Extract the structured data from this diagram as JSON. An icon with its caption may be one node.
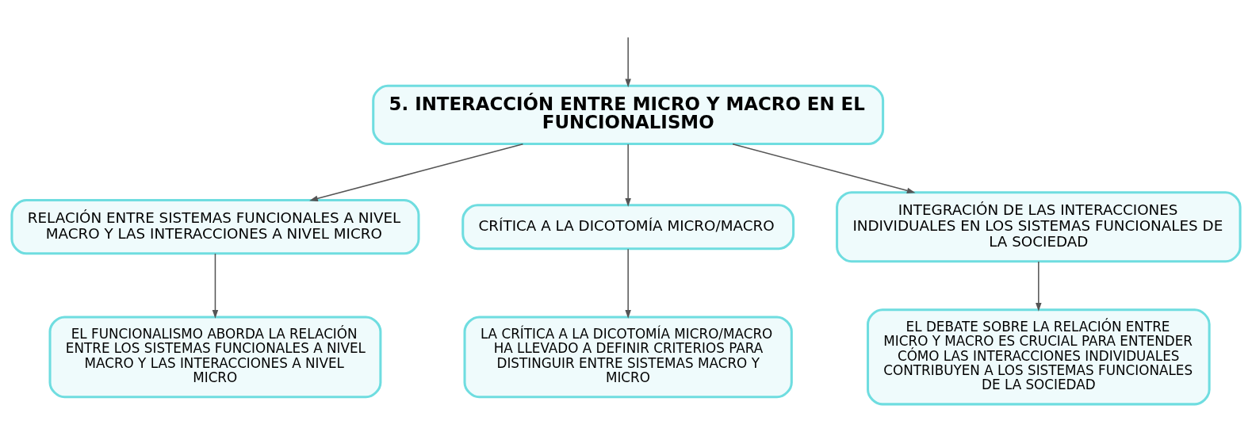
{
  "diagram": {
    "nodes": [
      {
        "text": [
          "5. INTERACCIÓN ENTRE MICRO Y MACRO EN EL FUNCIONALISMO"
        ]
      },
      {
        "text": [
          "RELACIÓN ENTRE SISTEMAS FUNCIONALES A NIVEL MACRO Y LAS INTERACCIONES A NIVEL MICRO"
        ]
      },
      {
        "text": [
          "CRÍTICA A LA DICOTOMÍA MICRO/MACRO"
        ]
      },
      {
        "text": [
          "INTEGRACIÓN DE LAS INTERACCIONES INDIVIDUALES EN LOS SISTEMAS FUNCIONALES DE LA SOCIEDAD"
        ]
      },
      {
        "text": [
          "EL FUNCIONALISMO ABORDA LA RELACIÓN ENTRE LOS SISTEMAS FUNCIONALES A NIVEL MACRO Y LAS INTERACCIONES A NIVEL MICRO"
        ]
      },
      {
        "text": [
          "LA CRÍTICA A LA DICOTOMÍA MICRO/MACRO HA LLEVADO A DEFINIR CRITERIOS PARA DISTINGUIR ENTRE SISTEMAS MACRO Y MICRO"
        ]
      },
      {
        "text": [
          "EL DEBATE SOBRE LA RELACIÓN ENTRE MICRO Y MACRO ES CRUCIAL PARA ENTENDER CÓMO LAS INTERACCIONES INDIVIDUALES CONTRIBUYEN A LOS SISTEMAS FUNCIONALES DE LA SOCIEDAD"
        ]
      }
    ],
    "edges": [
      {
        "from": null,
        "to": 0,
        "arrow": "to"
      },
      {
        "from": 0,
        "to": 1,
        "arrow": "to"
      },
      {
        "from": 0,
        "to": 2,
        "arrow": "to"
      },
      {
        "from": 0,
        "to": 3,
        "arrow": "to"
      },
      {
        "from": 1,
        "to": 4,
        "arrow": "to"
      },
      {
        "from": 2,
        "to": 5,
        "arrow": "to"
      },
      {
        "from": 3,
        "to": 6,
        "arrow": "to"
      }
    ]
  }
}
